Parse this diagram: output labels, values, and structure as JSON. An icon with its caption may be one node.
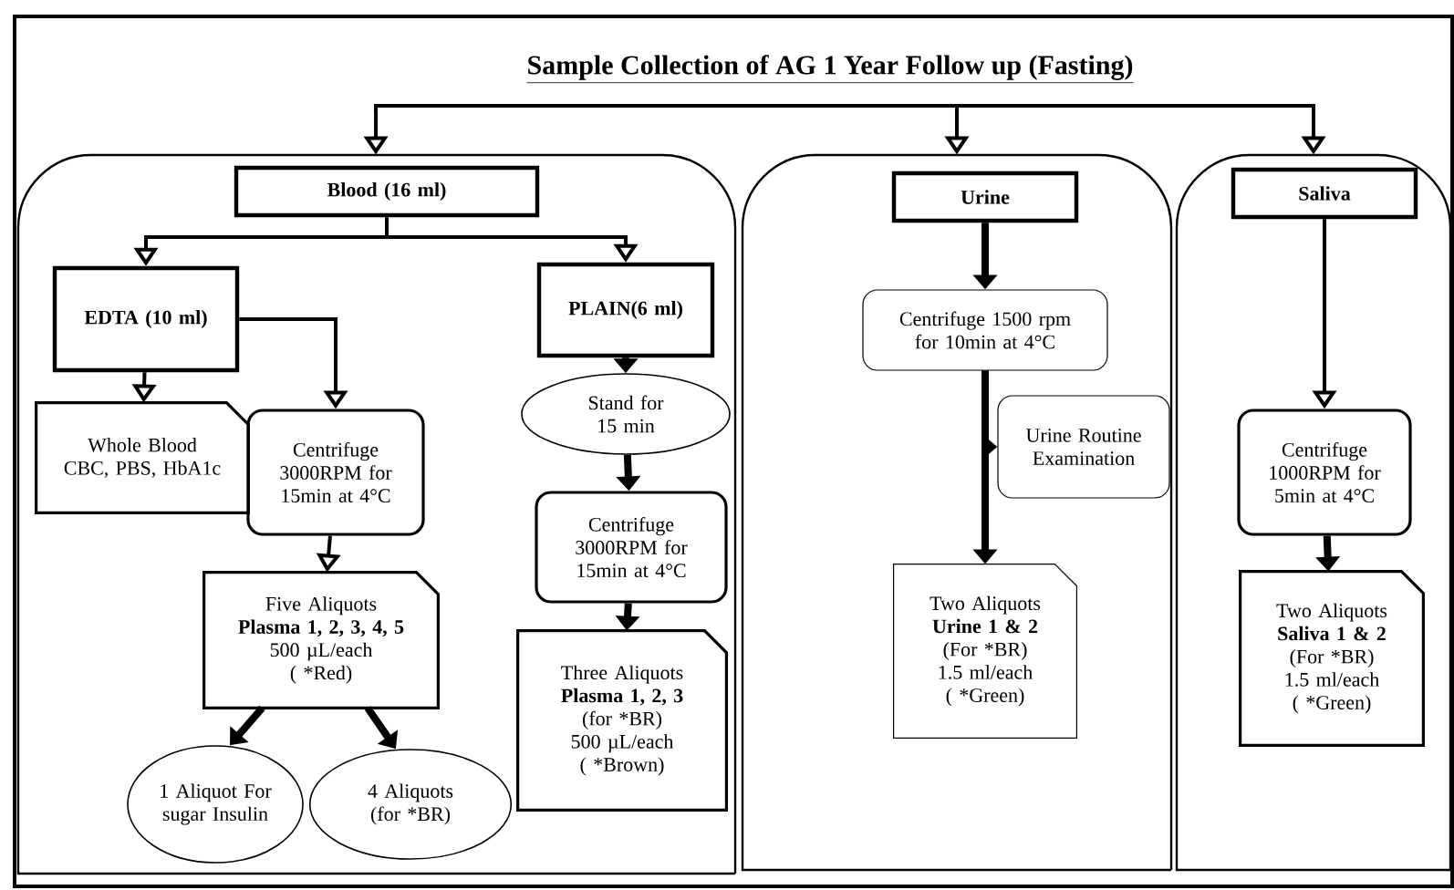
{
  "diagram": {
    "title": "Sample Collection of AG 1 Year Follow up (Fasting)",
    "nodes": [
      {
        "text": [],
        "shape": "box"
      },
      {
        "text": [
          "Blood (16 ml)"
        ],
        "in": 0
      },
      {
        "text": [
          "EDTA (10 ml)"
        ],
        "in": 0
      },
      {
        "text": [
          "PLAIN(6 ml)"
        ],
        "in": 0
      },
      {
        "text": [
          "Whole Blood CBC, PBS, HbA1c"
        ],
        "in": 0
      },
      {
        "text": [
          "Centrifuge 3000RPM for 15min at 4°C"
        ],
        "in": 0
      },
      {
        "text": [
          "Stand for 15 min"
        ],
        "in": 0
      },
      {
        "text": [
          "Centrifuge 3000RPM for 15min at 4°C"
        ],
        "in": 0
      },
      {
        "text": [
          "Five Aliquots",
          "Plasma 1, 2, 3, 4, 5",
          "500 µL/each",
          "( *Red)"
        ],
        "in": 0
      },
      {
        "text": [
          "Three Aliquots",
          "Plasma 1, 2, 3",
          "(for *BR)",
          "500 µL/each",
          "( *Brown)"
        ],
        "in": 0
      },
      {
        "text": [
          "1 Aliquot For sugar Insulin"
        ],
        "in": 0
      },
      {
        "text": [
          "4 Aliquots (for *BR)"
        ],
        "in": 0
      },
      {
        "text": [],
        "shape": "box"
      },
      {
        "text": [
          "Urine"
        ],
        "in": 12
      },
      {
        "text": [
          "Centrifuge 1500 rpm for 10min at 4°C"
        ],
        "in": 12
      },
      {
        "text": [
          "Urine Routine Examination"
        ],
        "in": 12
      },
      {
        "text": [
          "Two Aliquots",
          "Urine 1 & 2",
          "(For *BR)",
          "1.5 ml/each",
          "( *Green)"
        ],
        "in": 12
      },
      {
        "text": [],
        "shape": "box"
      },
      {
        "text": [
          "Saliva"
        ],
        "in": 17
      },
      {
        "text": [
          "Centrifuge 1000RPM for 5min at 4°C"
        ],
        "in": 17
      },
      {
        "text": [
          "Two Aliquots",
          "Saliva 1 & 2",
          "(For *BR)",
          "1.5 ml/each",
          "( *Green)"
        ],
        "in": 17
      }
    ],
    "edges": [
      {
        "from": null,
        "to": 0,
        "arrow": "to"
      },
      {
        "from": null,
        "to": 12,
        "arrow": "to"
      },
      {
        "from": null,
        "to": 17,
        "arrow": "to"
      },
      {
        "from": 1,
        "to": 2,
        "arrow": "to"
      },
      {
        "from": 1,
        "to": 3,
        "arrow": "to"
      },
      {
        "from": 2,
        "to": 4,
        "arrow": "to"
      },
      {
        "from": 2,
        "to": 5,
        "arrow": "to"
      },
      {
        "from": 3,
        "to": 6,
        "arrow": "to",
        "style": "thick"
      },
      {
        "from": 6,
        "to": 7,
        "arrow": "to",
        "style": "thick"
      },
      {
        "from": 7,
        "to": 9,
        "arrow": "to",
        "style": "thick"
      },
      {
        "from": 5,
        "to": 8,
        "arrow": "to"
      },
      {
        "from": 8,
        "to": 10,
        "arrow": "to",
        "style": "thick"
      },
      {
        "from": 8,
        "to": 11,
        "arrow": "to",
        "style": "thick"
      },
      {
        "from": 13,
        "to": 14,
        "arrow": "to",
        "style": "thick"
      },
      {
        "from": 14,
        "to": 15,
        "arrow": "to",
        "style": "thick"
      },
      {
        "from": 14,
        "to": 16,
        "arrow": "to",
        "style": "thick"
      },
      {
        "from": 18,
        "to": 19,
        "arrow": "to"
      },
      {
        "from": 19,
        "to": 20,
        "arrow": "to",
        "style": "thick"
      }
    ]
  }
}
